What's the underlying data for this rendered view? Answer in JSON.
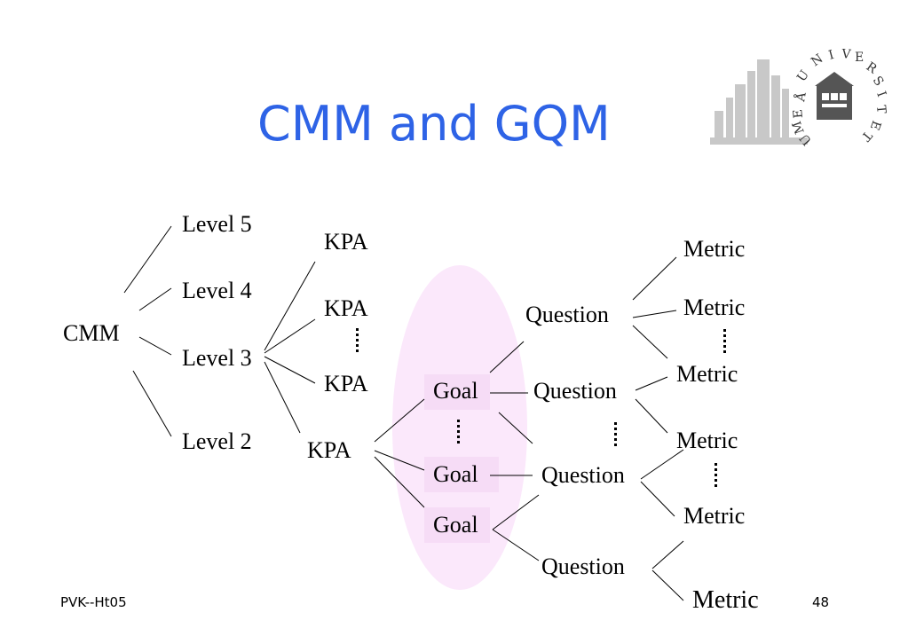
{
  "slide": {
    "title": "CMM and GQM",
    "footer_left": "PVK--Ht05",
    "page_number": "48"
  },
  "logo": {
    "text": "UMEÅ UNIVERSITET",
    "icon": "university-seal-icon"
  },
  "diagram": {
    "cmm": "CMM",
    "levels": [
      "Level 5",
      "Level 4",
      "Level 3",
      "Level 2"
    ],
    "kpas": [
      "KPA",
      "KPA",
      "KPA",
      "KPA"
    ],
    "goals": [
      "Goal",
      "Goal",
      "Goal"
    ],
    "questions": [
      "Question",
      "Question",
      "Question",
      "Question"
    ],
    "metrics": [
      "Metric",
      "Metric",
      "Metric",
      "Metric",
      "Metric",
      "Metric"
    ]
  },
  "colors": {
    "title": "#2e63e6",
    "highlight_ellipse": "#fbe8fb",
    "goal_box": "#f6dcf6"
  }
}
